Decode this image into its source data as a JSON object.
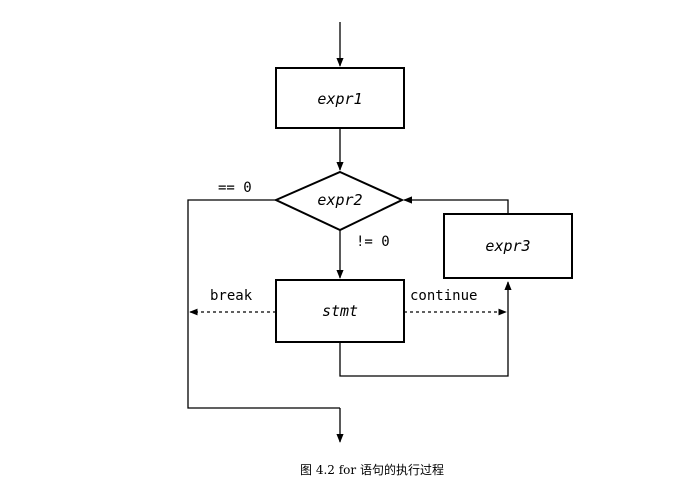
{
  "nodes": {
    "expr1": "expr1",
    "expr2": "expr2",
    "expr3": "expr3",
    "stmt": "stmt"
  },
  "edges": {
    "eq_zero": "== 0",
    "ne_zero": "!= 0",
    "break": "break",
    "continue": "continue"
  },
  "caption": "图 4.2   for 语句的执行过程"
}
